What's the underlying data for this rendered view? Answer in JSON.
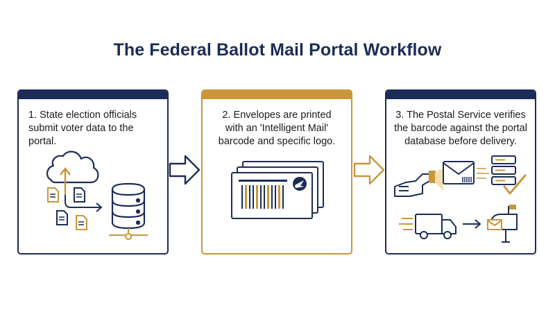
{
  "title": "The Federal Ballot Mail Portal Workflow",
  "steps": [
    {
      "text_line1": "1. State election officials",
      "text_line2": "submit voter data to the portal."
    },
    {
      "text_line1": "2. Envelopes are printed",
      "text_line2": "with an 'Intelligent Mail'",
      "text_line3": "barcode and specific logo."
    },
    {
      "text_line1": "3. The Postal Service verifies",
      "text_line2": "the barcode against the portal",
      "text_line3": "database before delivery."
    }
  ],
  "colors": {
    "navy": "#1c2c57",
    "gold": "#c9963a"
  },
  "icons": [
    "cloud-upload-icon",
    "document-icon",
    "database-icon",
    "envelope-barcode-icon",
    "eagle-logo-icon",
    "barcode-scanner-icon",
    "server-check-icon",
    "delivery-truck-icon",
    "mailbox-icon"
  ]
}
